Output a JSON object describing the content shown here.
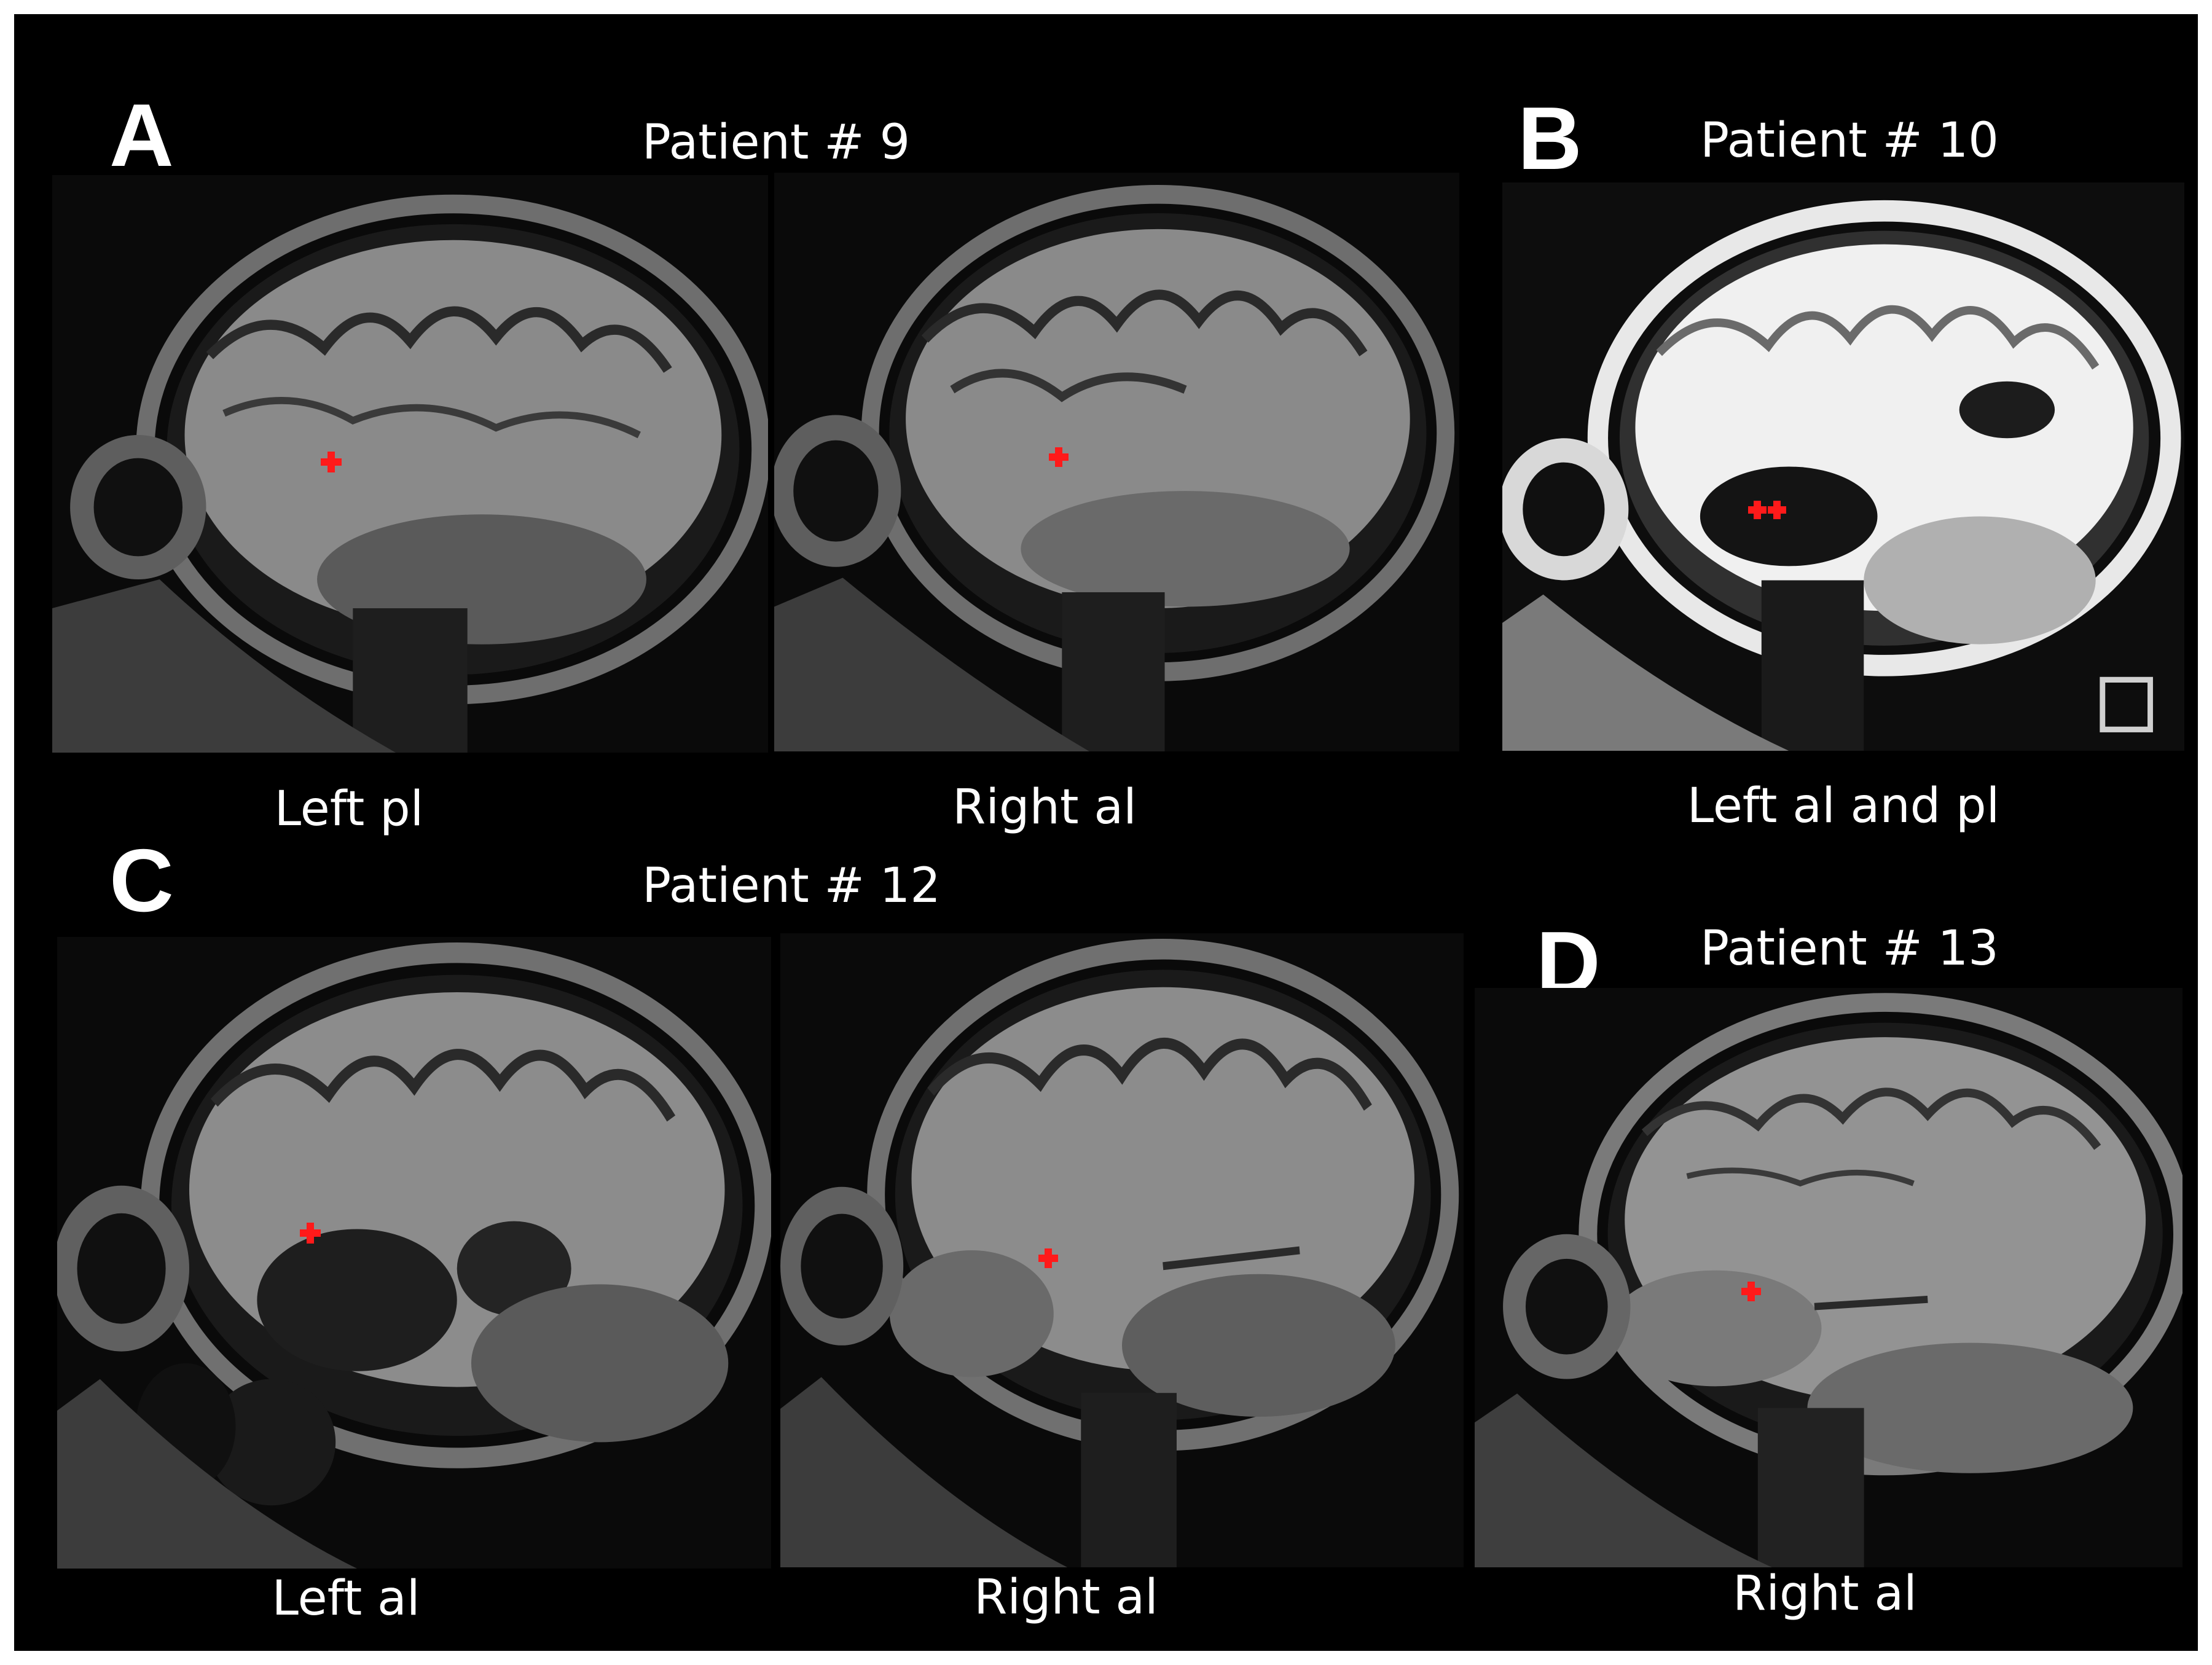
{
  "panels": {
    "A": {
      "letter": "A",
      "title": "Patient # 9",
      "scans": [
        {
          "caption": "Left pl"
        },
        {
          "caption": "Right al"
        }
      ]
    },
    "B": {
      "letter": "B",
      "title": "Patient # 10",
      "scans": [
        {
          "caption": "Left al and pl"
        }
      ]
    },
    "C": {
      "letter": "C",
      "title": "Patient # 12",
      "scans": [
        {
          "caption": "Left al"
        },
        {
          "caption": "Right al"
        }
      ]
    },
    "D": {
      "letter": "D",
      "title": "Patient # 13",
      "scans": [
        {
          "caption": "Right al"
        }
      ]
    }
  },
  "colors": {
    "marker": "#ff1a1a",
    "background": "#000000",
    "text": "#ffffff"
  }
}
